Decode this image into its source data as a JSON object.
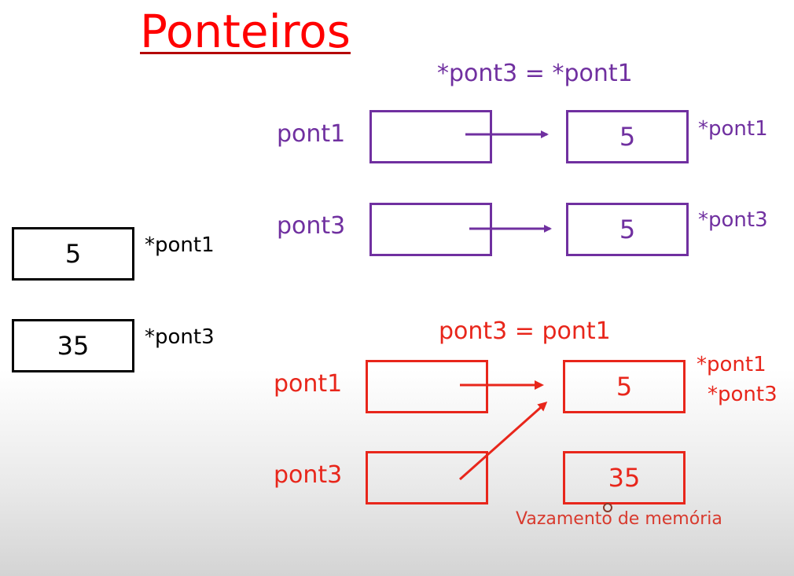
{
  "title": "Ponteiros",
  "top": {
    "heading": "*pont3 = *pont1",
    "row1": {
      "label": "pont1",
      "value": "5",
      "target_label": "*pont1"
    },
    "row2": {
      "label": "pont3",
      "value": "5",
      "target_label": "*pont3"
    }
  },
  "left": {
    "box1": {
      "value": "5",
      "label": "*pont1"
    },
    "box2": {
      "value": "35",
      "label": "*pont3"
    }
  },
  "bottom": {
    "heading": "pont3 = pont1",
    "row1": {
      "label": "pont1",
      "value": "5",
      "target_label1": "*pont1",
      "target_label2": "*pont3"
    },
    "row2": {
      "label": "pont3",
      "value": "35"
    },
    "caption": "Vazamento de memória"
  },
  "colors": {
    "title": "#ff0000",
    "purple": "#7030a0",
    "red": "#e8261b",
    "black": "#000000"
  }
}
